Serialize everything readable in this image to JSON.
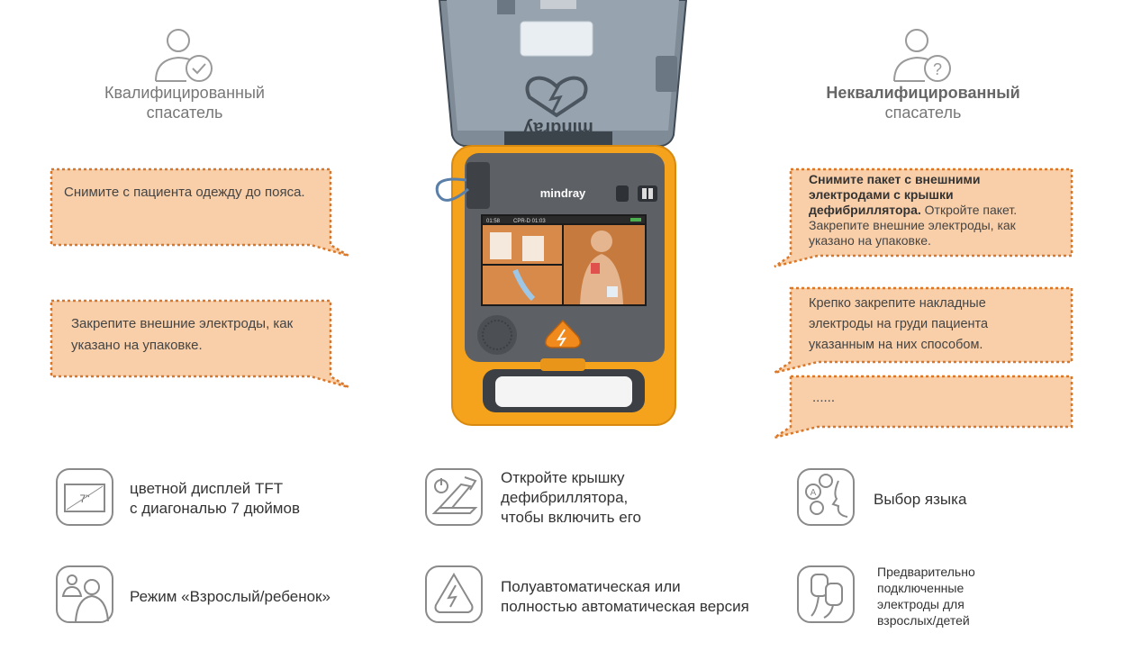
{
  "roles": {
    "qualified": {
      "line1": "Квалифицированный",
      "line2": "спасатель",
      "icon": "user-check-icon"
    },
    "unqualified": {
      "line1": "Неквалифицированный",
      "line2": "спасатель",
      "icon": "user-question-icon"
    }
  },
  "device": {
    "brand": "mindray",
    "brand_lid": "mindray",
    "screen_time": "01:58",
    "screen_cpr": "CPR-D 01:03"
  },
  "left_steps": [
    {
      "text": "Снимите с пациента одежду до пояса."
    },
    {
      "text": "Закрепите внешние электроды, как указано на упаковке."
    }
  ],
  "right_steps": [
    {
      "bold": "Снимите пакет с внешними электродами с крышки дефибриллятора.",
      "text": " Откройте пакет. Закрепите внешние электроды, как указано на упаковке."
    },
    {
      "text": "Крепко закрепите накладные электроды на груди пациента указанным на них способом."
    },
    {
      "text": "......"
    }
  ],
  "features": [
    {
      "icon": "screen-7in-icon",
      "icon_label": "7\"",
      "line1": "цветной дисплей TFT",
      "line2": "с диагональю 7 дюймов"
    },
    {
      "icon": "open-lid-power-icon",
      "line1": "Откройте крышку",
      "line2": "дефибриллятора,",
      "line3": "чтобы включить его"
    },
    {
      "icon": "language-select-icon",
      "line1": "Выбор языка"
    },
    {
      "icon": "adult-child-icon",
      "line1": "Режим «Взрослый/ребенок»"
    },
    {
      "icon": "shock-bolt-icon",
      "line1": "Полуавтоматическая или",
      "line2": "полностью автоматическая версия"
    },
    {
      "icon": "pads-icon",
      "line1": "Предварительно",
      "line2": "подключенные",
      "line3": "электроды для",
      "line4": "взрослых/детей"
    }
  ],
  "colors": {
    "bubble_fill": "#f9cfa9",
    "bubble_border": "#d9782a",
    "device_orange": "#f5a21c",
    "icon_gray": "#8a8a8a"
  }
}
